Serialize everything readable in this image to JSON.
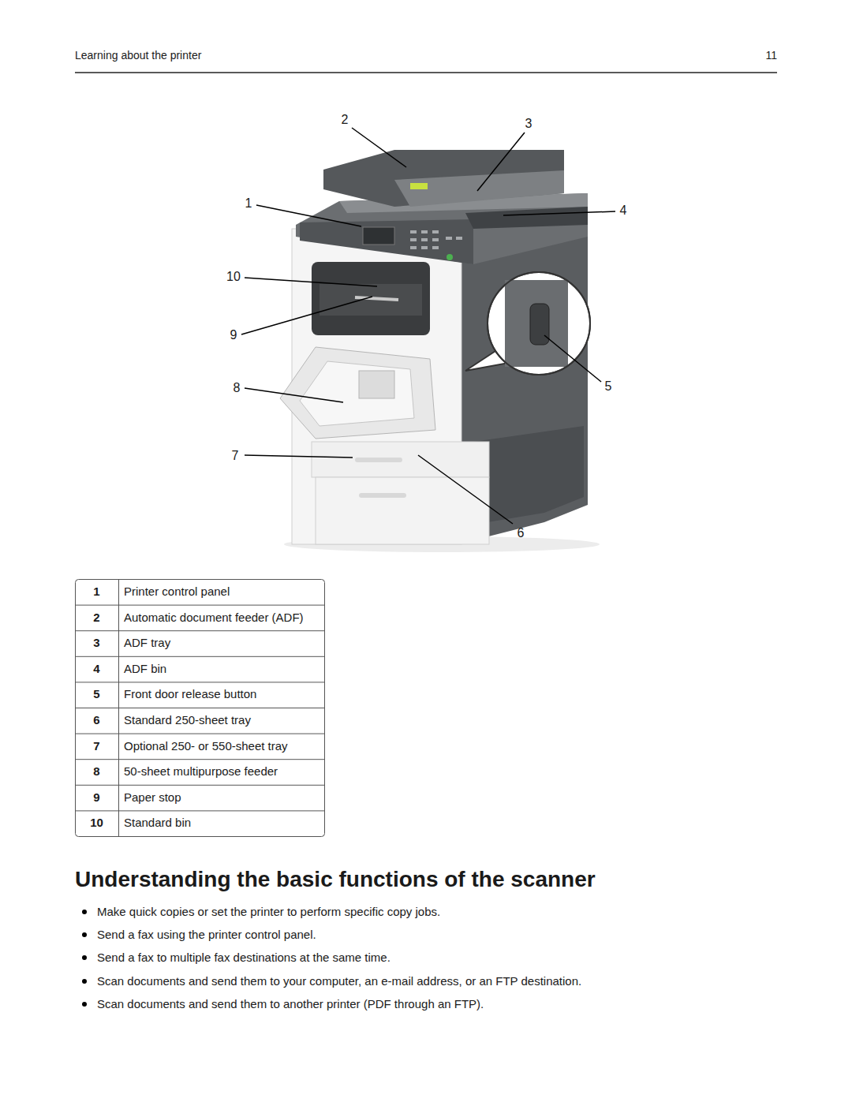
{
  "diagram": {
    "title": "Understanding the basic functions of the scanner",
    "labels": [
      "Learning about the printer",
      "11",
      "2",
      "3",
      "1",
      "4",
      "10",
      "9",
      "8",
      "5",
      "7",
      "6",
      "1",
      "Printer control panel",
      "2",
      "Automatic document feeder (ADF)",
      "3",
      "ADF tray",
      "4",
      "ADF bin",
      "5",
      "Front door release button",
      "6",
      "Standard 250-sheet tray",
      "7",
      "Optional 250- or 550-sheet tray",
      "8",
      "50-sheet multipurpose feeder",
      "9",
      "Paper stop",
      "10",
      "Standard bin",
      "Make quick copies or set the printer to perform specific copy jobs.",
      "Send a fax using the printer control panel.",
      "Send a fax to multiple fax destinations at the same time.",
      "Scan documents and send them to your computer, an e-mail address, or an FTP destination.",
      "Scan documents and send them to another printer (PDF through an FTP)."
    ]
  }
}
